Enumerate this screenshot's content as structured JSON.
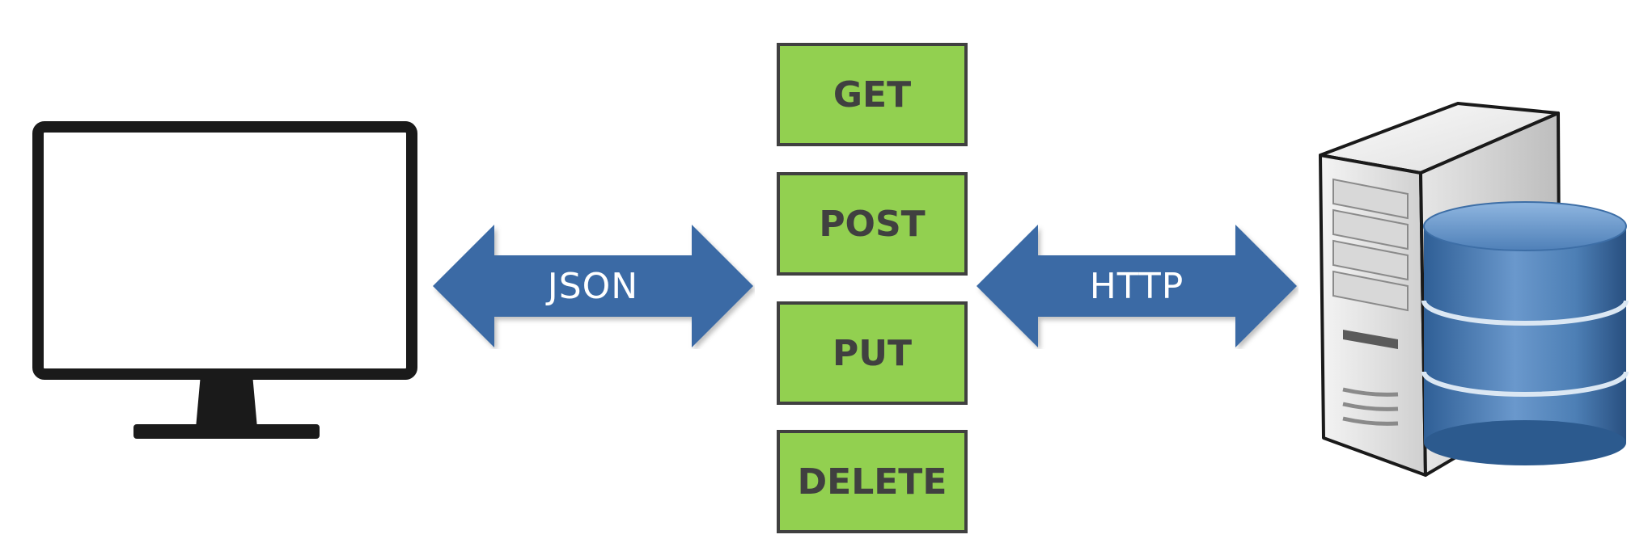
{
  "diagram": {
    "links": {
      "client_link_label": "JSON",
      "server_link_label": "HTTP"
    },
    "methods": [
      "GET",
      "POST",
      "PUT",
      "DELETE"
    ],
    "colors": {
      "arrow": "#3a6aa5",
      "method_fill": "#92d050",
      "method_border": "#404040",
      "monitor": "#1a1a1a",
      "database": "#4d7fb5"
    },
    "icons": {
      "client": "monitor-icon",
      "server": "server-icon",
      "database": "database-icon"
    }
  }
}
